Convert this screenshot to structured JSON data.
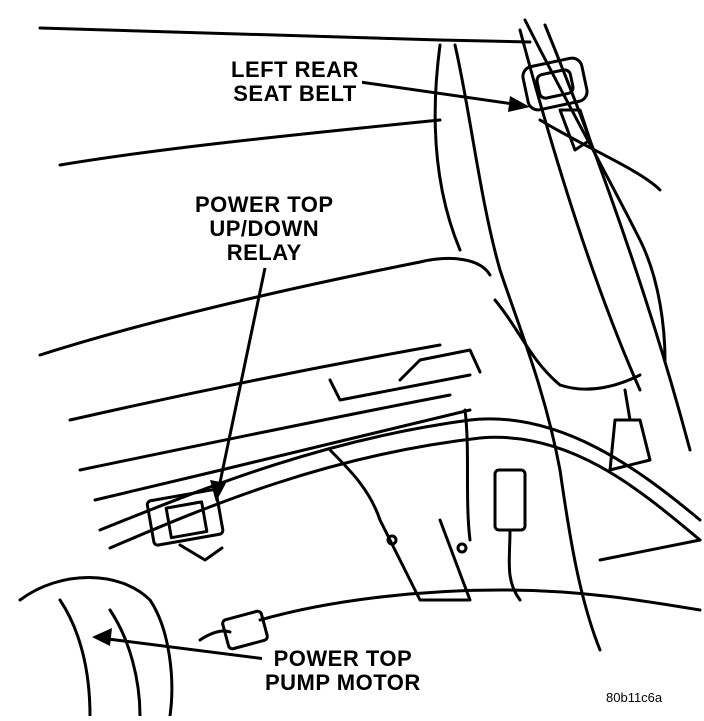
{
  "callouts": {
    "seat_belt": [
      "LEFT REAR",
      "SEAT BELT"
    ],
    "relay": [
      "POWER TOP",
      "UP/DOWN",
      "RELAY"
    ],
    "pump_motor": [
      "POWER TOP",
      "PUMP MOTOR"
    ]
  },
  "figure_code": "80b11c6a"
}
